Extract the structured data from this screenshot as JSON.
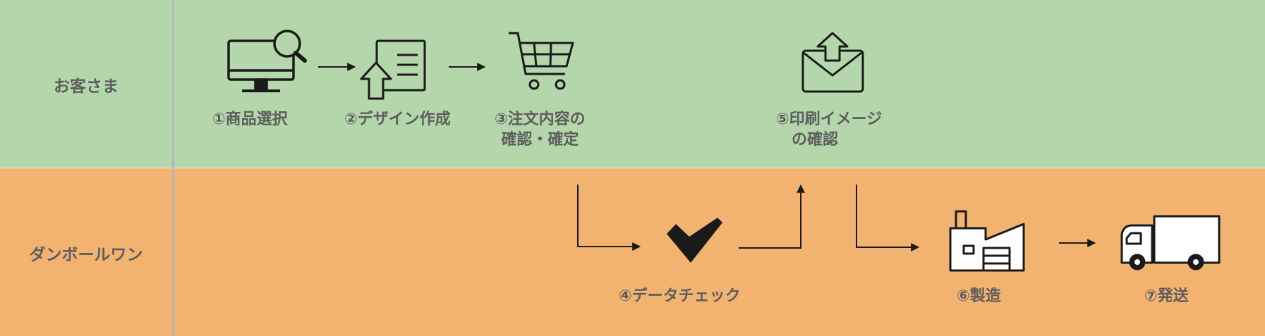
{
  "lanes": {
    "customer": "お客さま",
    "company": "ダンボールワン"
  },
  "steps": {
    "s1": "①商品選択",
    "s2": "②デザイン作成",
    "s3_line1": "③注文内容の",
    "s3_line2": "確認・確定",
    "s4": "④データチェック",
    "s5_line1": "⑤印刷イメージ",
    "s5_line2": "の確認",
    "s6": "⑥製造",
    "s7": "⑦発送"
  },
  "icons": {
    "s1": "monitor-search-icon",
    "s2": "document-upload-icon",
    "s3": "shopping-cart-icon",
    "s4": "checkmark-icon",
    "s5": "envelope-upload-icon",
    "s6": "factory-icon",
    "s7": "truck-icon"
  },
  "colors": {
    "customer_lane": "#b3d6ab",
    "company_lane": "#f3b370",
    "text": "#5d5d5d",
    "icon": "#1a1a1a"
  }
}
